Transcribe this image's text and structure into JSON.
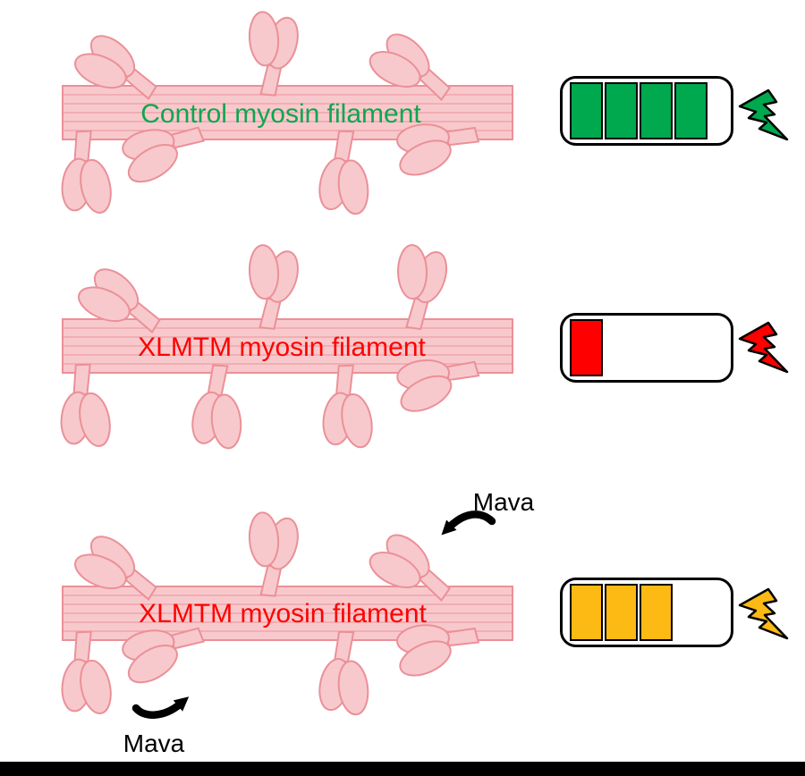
{
  "figure": {
    "rows": [
      {
        "id": "control",
        "label": "Control myosin filament",
        "label_color": "#0CA750",
        "battery": {
          "segments_filled": 4,
          "fill_color": "#00A84E"
        },
        "bolt_color": "#00A84E"
      },
      {
        "id": "xlmtm",
        "label": "XLMTM myosin filament",
        "label_color": "#FF0000",
        "battery": {
          "segments_filled": 1,
          "fill_color": "#FF0000"
        },
        "bolt_color": "#FF0000"
      },
      {
        "id": "xlmtm-mava",
        "label": "XLMTM myosin filament",
        "label_color": "#FF0000",
        "battery": {
          "segments_filled": 3,
          "fill_color": "#FDB914"
        },
        "bolt_color": "#FDB914"
      }
    ],
    "annotations": {
      "mava_top": "Mava",
      "mava_bottom": "Mava"
    },
    "colors": {
      "filament_fill": "#F8C9CC",
      "filament_stroke": "#EB9098",
      "outline": "#000000"
    }
  }
}
